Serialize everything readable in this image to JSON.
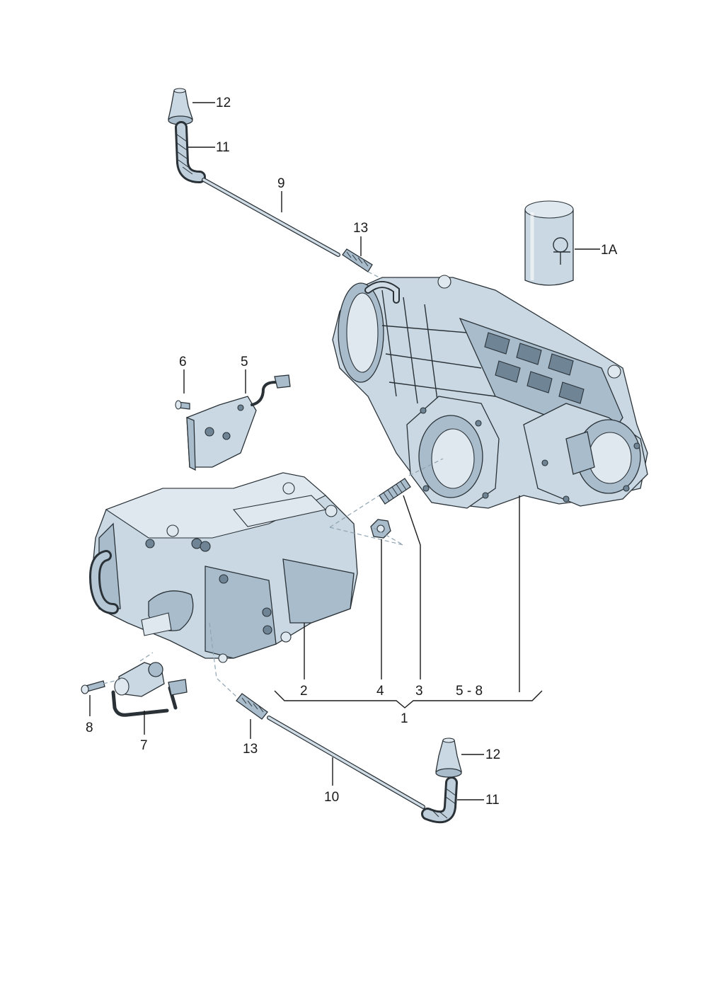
{
  "labels": {
    "l12_top": "12",
    "l11_top": "11",
    "l9": "9",
    "l13_top": "13",
    "l1a": "1A",
    "l6": "6",
    "l5": "5",
    "l2": "2",
    "l4": "4",
    "l3": "3",
    "l5_8": "5 - 8",
    "l1": "1",
    "l8": "8",
    "l7": "7",
    "l13_bottom": "13",
    "l10": "10",
    "l12_bottom": "12",
    "l11_bottom": "11"
  }
}
